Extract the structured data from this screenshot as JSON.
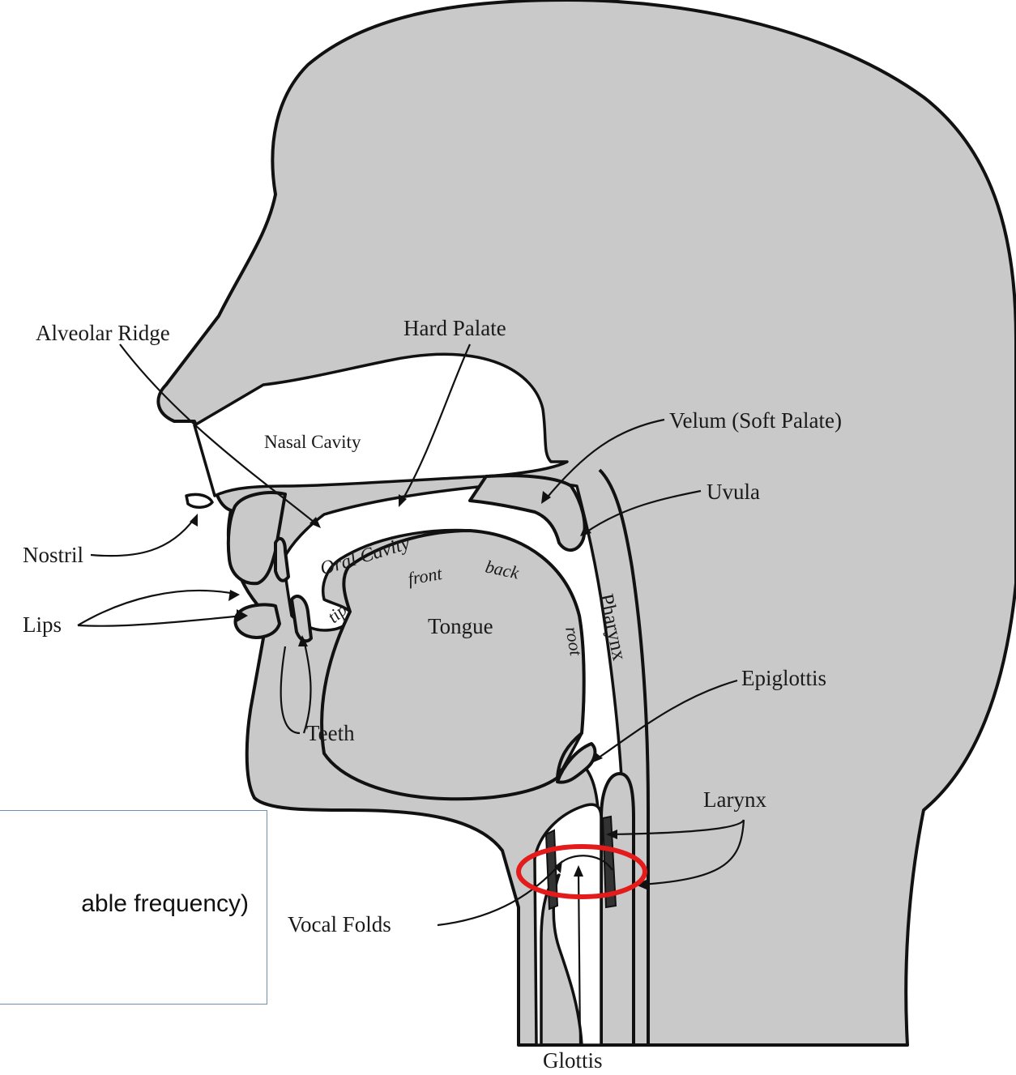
{
  "labels": {
    "alveolar_ridge": "Alveolar Ridge",
    "hard_palate": "Hard Palate",
    "nasal_cavity": "Nasal Cavity",
    "velum": "Velum (Soft Palate)",
    "uvula": "Uvula",
    "nostril": "Nostril",
    "oral_cavity": "Oral Cavity",
    "front": "front",
    "back": "back",
    "tip": "tip",
    "tongue": "Tongue",
    "root": "root",
    "pharynx": "Pharynx",
    "lips": "Lips",
    "teeth": "Teeth",
    "epiglottis": "Epiglottis",
    "larynx": "Larynx",
    "vocal_folds": "Vocal Folds",
    "glottis": "Glottis"
  },
  "callout": {
    "text": "able frequency)"
  },
  "colors": {
    "tissue": "#c9c9c9",
    "highlight": "#e31b1b",
    "callout_border": "#6f8fb3"
  }
}
